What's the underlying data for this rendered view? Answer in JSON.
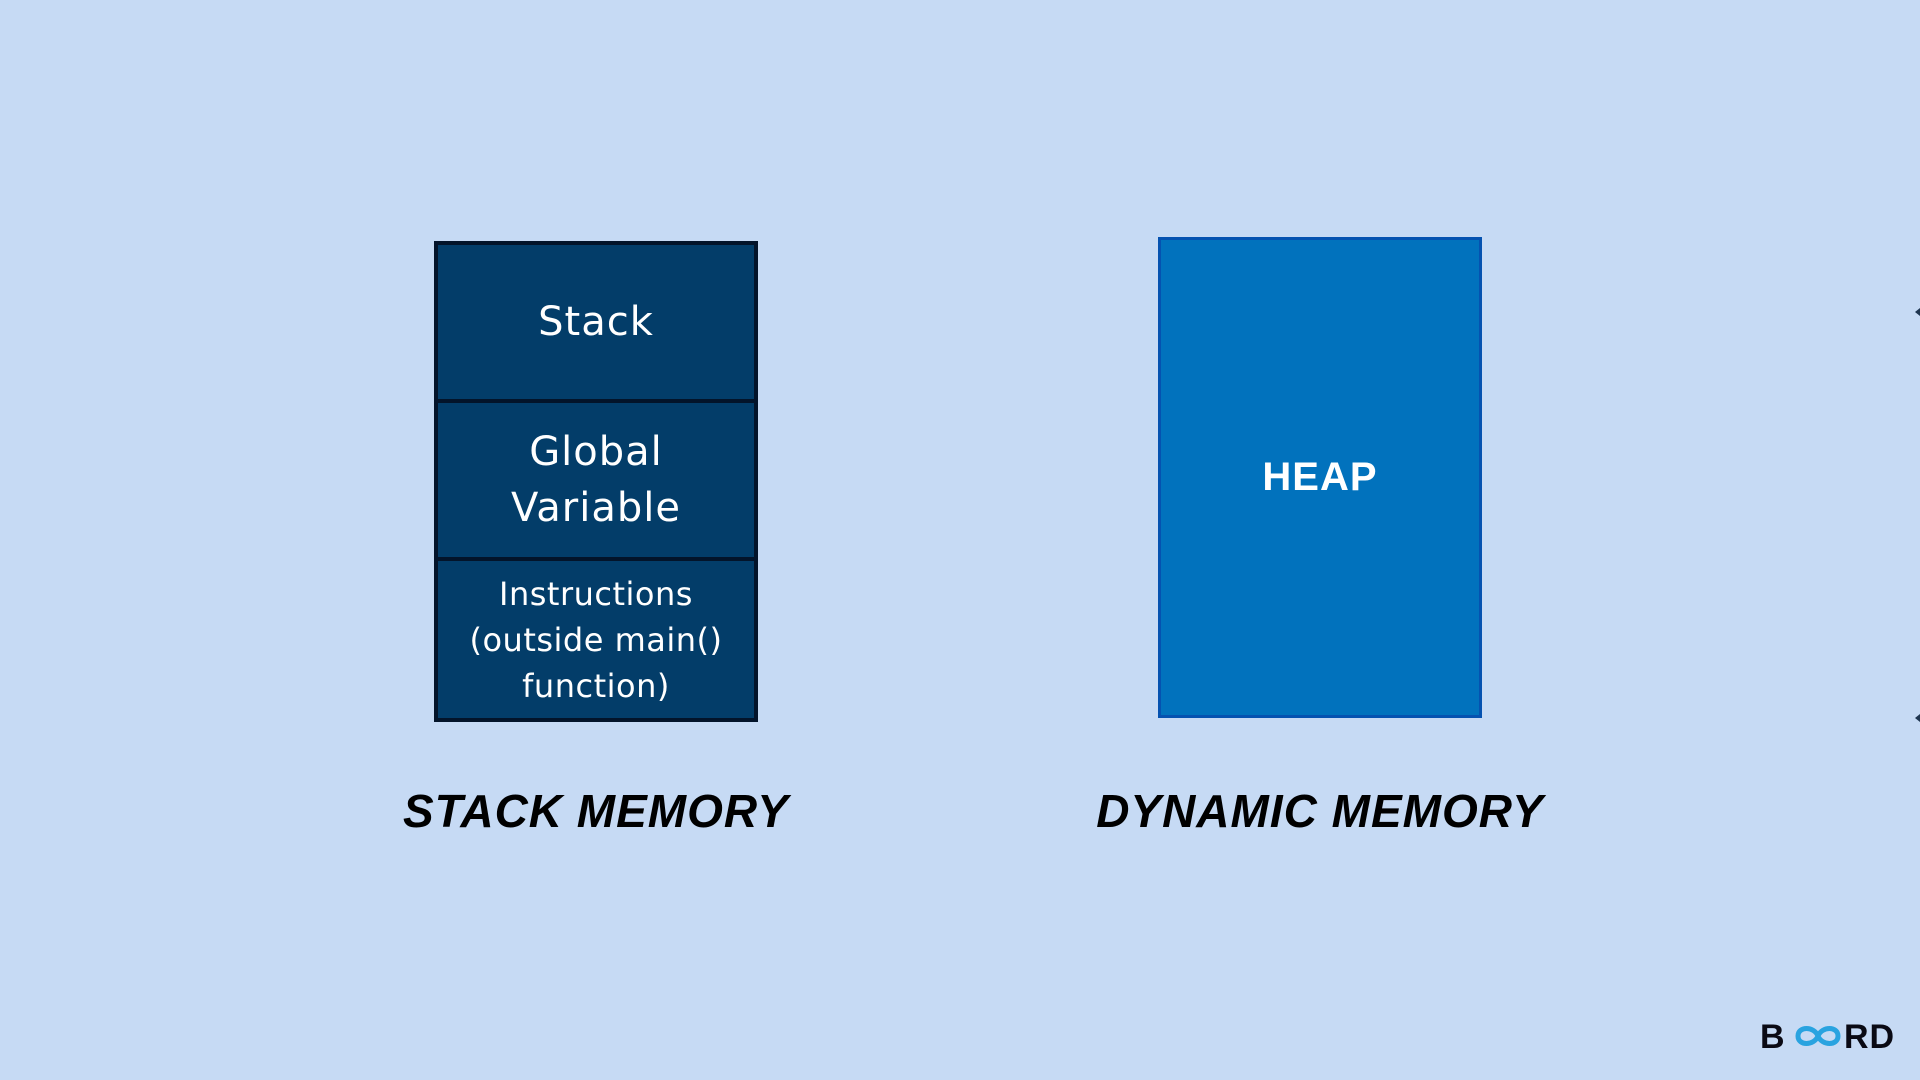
{
  "stack_memory": {
    "cells": [
      {
        "label": "Stack"
      },
      {
        "label": "Global\nVariable"
      },
      {
        "label": "Instructions\n(outside main()\nfunction)"
      }
    ],
    "caption": "STACK MEMORY"
  },
  "dynamic_memory": {
    "block_label": "HEAP",
    "caption": "DYNAMIC MEMORY"
  },
  "logo": {
    "text": "BOARD"
  },
  "colors": {
    "background": "#c6daf4",
    "stack_fill": "#033d69",
    "stack_border": "#03142a",
    "heap_fill": "#0172bd",
    "heap_border": "#0552b0",
    "logo_accent": "#29a3e0"
  }
}
